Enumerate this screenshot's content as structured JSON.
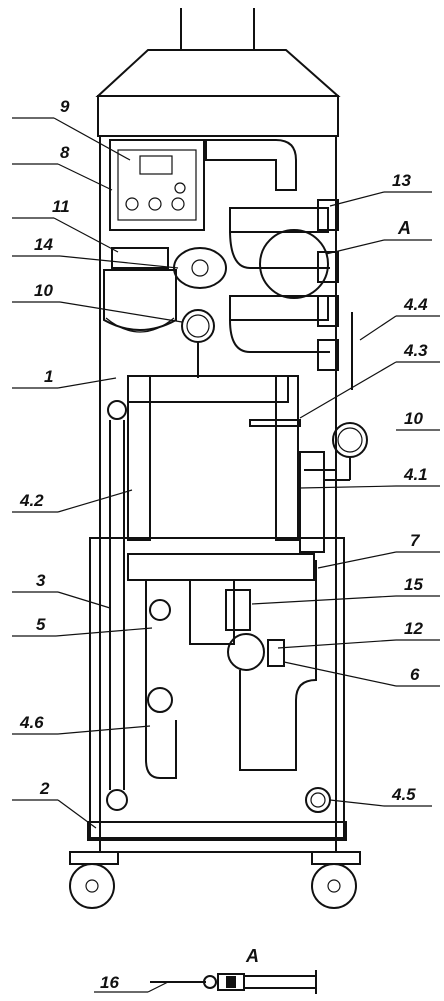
{
  "labels": {
    "l9": "9",
    "l8": "8",
    "l11": "11",
    "l14": "14",
    "l10a": "10",
    "l1": "1",
    "l4_2": "4.2",
    "l3": "3",
    "l5": "5",
    "l4_6": "4.6",
    "l2": "2",
    "l13": "13",
    "lA": "A",
    "l4_4": "4.4",
    "l4_3": "4.3",
    "l10b": "10",
    "l4_1": "4.1",
    "l7": "7",
    "l15": "15",
    "l12": "12",
    "l6": "6",
    "l4_5": "4.5",
    "detail_title": "A",
    "l16": "16"
  }
}
